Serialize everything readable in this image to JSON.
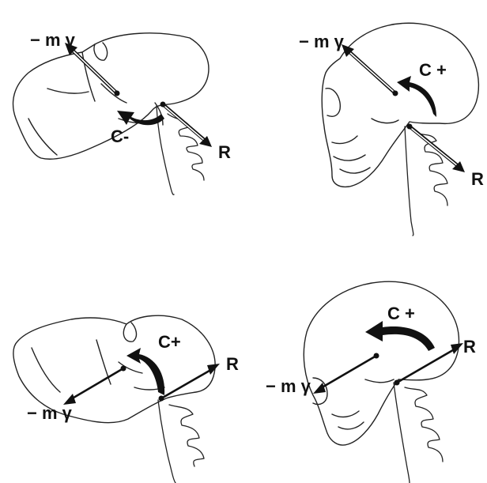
{
  "panels": [
    {
      "id": "top-left",
      "subject": "chimpanzee",
      "mass_label": "− m γ",
      "moment_label": "C-",
      "reaction_label": "R"
    },
    {
      "id": "top-right",
      "subject": "human",
      "mass_label": "− m γ",
      "moment_label": "C +",
      "reaction_label": "R"
    },
    {
      "id": "bottom-left",
      "subject": "chimpanzee",
      "mass_label": "− m γ",
      "moment_label": "C+",
      "reaction_label": "R"
    },
    {
      "id": "bottom-right",
      "subject": "human",
      "mass_label": "− m γ",
      "moment_label": "C +",
      "reaction_label": "R"
    }
  ],
  "colors": {
    "ink": "#111111",
    "background": "#ffffff"
  }
}
